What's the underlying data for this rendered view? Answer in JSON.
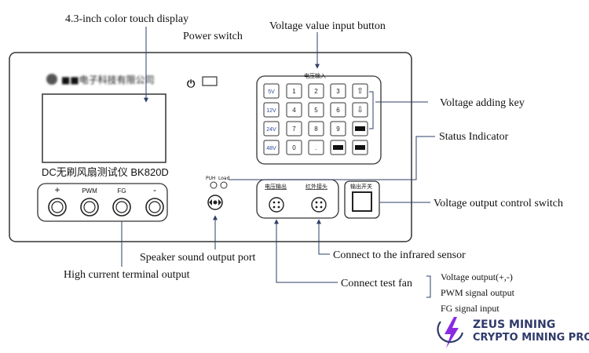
{
  "panel": {
    "company_name": "■■电子科技有限公司",
    "model_label": "DC无刷风扇测试仪 BK820D",
    "keypad_title": "电压输入",
    "terminal_labels": [
      "+",
      "PWM",
      "FG",
      "-"
    ],
    "indicator_labels": [
      "PUH",
      "Load"
    ],
    "output_group_labels": [
      "电压输出",
      "红外接头"
    ],
    "switch_label": "输出开关",
    "keypad_keys": [
      [
        "5V",
        "1",
        "2",
        "3",
        "up-arrow"
      ],
      [
        "12V",
        "4",
        "5",
        "6",
        "down-arrow"
      ],
      [
        "24V",
        "7",
        "8",
        "9",
        "blank"
      ],
      [
        "48V",
        "0",
        ".",
        "blank",
        "blank"
      ]
    ]
  },
  "annotations": {
    "display": "4.3-inch color touch display",
    "power_switch": "Power switch",
    "voltage_input_button": "Voltage value input button",
    "voltage_adding_key": "Voltage adding key",
    "status_indicator": "Status Indicator",
    "voltage_output_switch": "Voltage output control switch",
    "speaker": "Speaker sound output port",
    "infrared": "Connect to the infrared sensor",
    "high_current": "High current terminal output",
    "test_fan": "Connect test fan",
    "fan_signals": [
      "Voltage output(+,-)",
      "PWM signal output",
      "FG signal input"
    ]
  },
  "logo": {
    "line1": "ZEUS MINING",
    "line2": "CRYPTO MINING PRO",
    "accent_color": "#8a2be2"
  }
}
